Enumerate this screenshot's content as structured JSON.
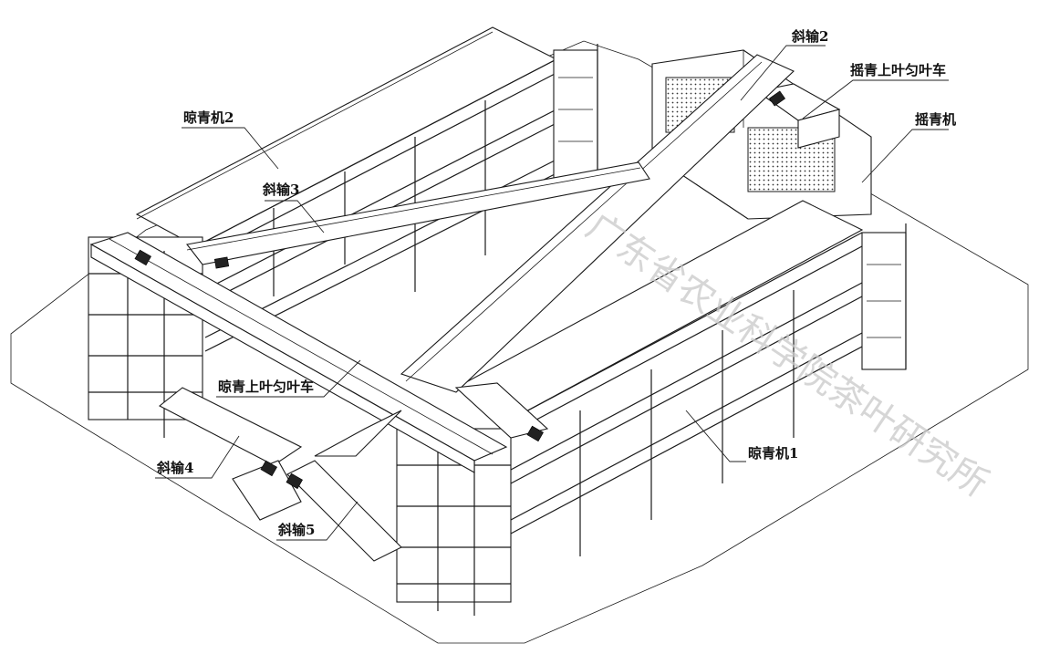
{
  "labels": {
    "liangqing2": "晾青机2",
    "liangqing1": "晾青机1",
    "xieshu2": "斜输2",
    "xieshu3": "斜输3",
    "xieshu4": "斜输4",
    "xieshu5": "斜输5",
    "yaoqing_cart": "摇青上叶匀叶车",
    "yaoqing_machine": "摇青机",
    "liangqing_cart": "晾青上叶匀叶车"
  },
  "watermark": "广东省农业科学院茶叶研究所"
}
